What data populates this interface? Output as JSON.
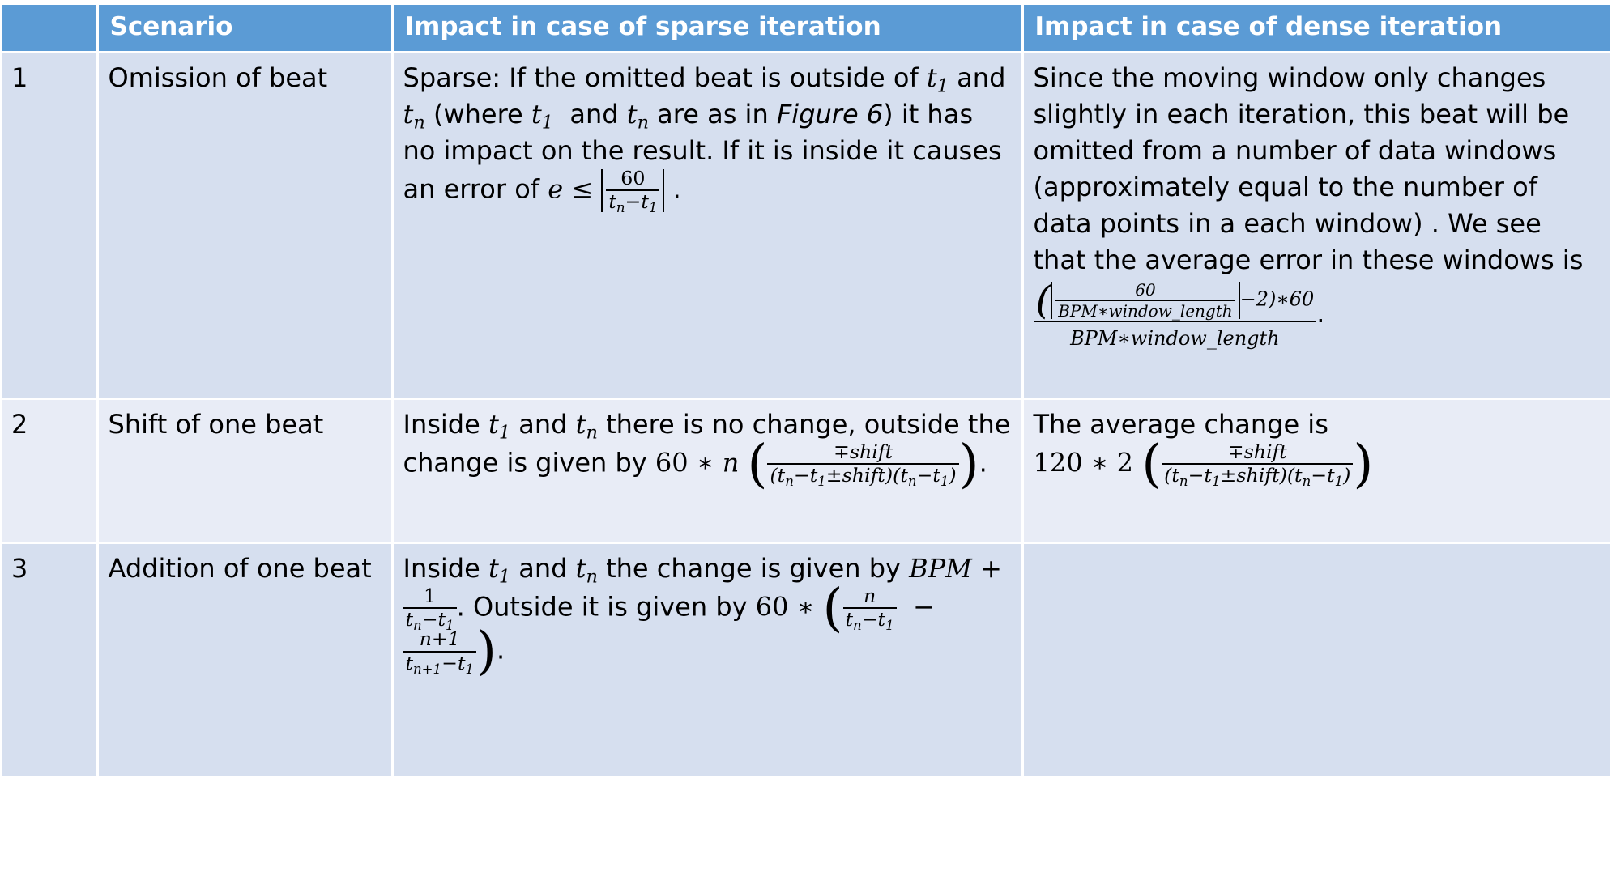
{
  "table": {
    "headers": [
      "",
      "Scenario",
      "Impact in case of sparse iteration",
      "Impact in case of dense iteration"
    ],
    "rows": [
      {
        "num": "1",
        "scenario": "Omission of beat",
        "sparse": {
          "p1": "Sparse: If the omitted beat is outside of",
          "p2": "and",
          "p3": "(where",
          "p4": "and",
          "p5": "are as in",
          "p6": "Figure 6",
          "p7": ") it has no impact on the result. If it is inside it causes an error of",
          "frac_num": "60"
        },
        "dense": {
          "text": "Since the moving window only changes slightly in each iteration, this beat will be omitted from a number of data windows (approximately equal to the number of data points in a each window) . We see that the average error in these windows is",
          "inner_num": "60",
          "inner_den": "BPM∗window_length",
          "minus_two": "−2)∗60",
          "outer_den": "BPM∗window_length"
        }
      },
      {
        "num": "2",
        "scenario": "Shift of one beat",
        "sparse": {
          "p1": "Inside",
          "p2": "and",
          "p3": "there is no change, outside the change is given by",
          "coef": "60 ∗",
          "frac_num": "∓shift"
        },
        "dense": {
          "p1": "The average change is",
          "coef": "120 ∗ 2",
          "frac_num": "∓shift"
        }
      },
      {
        "num": "3",
        "scenario": "Addition of one beat",
        "sparse": {
          "p1": "Inside",
          "p2": "and",
          "p3": "the change is given by",
          "bpm": "BPM +",
          "one": "1",
          "p4": ". Outside it is given by",
          "coef": "60 ∗",
          "n": "n",
          "np1": "n+1"
        },
        "dense": {}
      }
    ]
  }
}
